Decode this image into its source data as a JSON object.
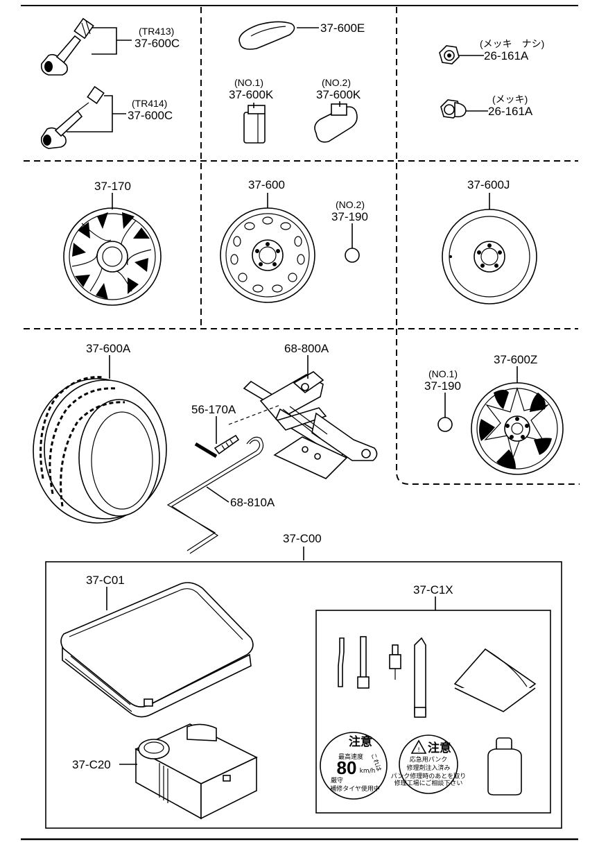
{
  "labels": {
    "tr413": "(TR413)",
    "p37600c_a": "37-600C",
    "tr414": "(TR414)",
    "p37600c_b": "37-600C",
    "p37600e": "37-600E",
    "no1_k": "(NO.1)",
    "p37600k_1": "37-600K",
    "no2_k": "(NO.2)",
    "p37600k_2": "37-600K",
    "mekki_nashi": "(メッキ　ナシ)",
    "p26161a_1": "26-161A",
    "mekki": "(メッキ)",
    "p26161a_2": "26-161A",
    "p37170": "37-170",
    "p37600": "37-600",
    "no2_cap": "(NO.2)",
    "p37190_2": "37-190",
    "p37600j": "37-600J",
    "p37600a": "37-600A",
    "p68800a": "68-800A",
    "p56170a": "56-170A",
    "p68810a": "68-810A",
    "no1_cap": "(NO.1)",
    "p37190_1": "37-190",
    "p37600z": "37-600Z",
    "p37c00": "37-C00",
    "p37c01": "37-C01",
    "p37c20": "37-C20",
    "p37c1x": "37-C1X"
  },
  "stickers": {
    "sticker1": {
      "title": "注意",
      "line1": "最高速度",
      "speed": "80",
      "unit": "km/h",
      "line2": "厳守",
      "arc": "補修タイヤ使用中",
      "side": "これは"
    },
    "sticker2": {
      "title": "注意",
      "line1": "応急用パンク",
      "line2": "修理剤注入済み",
      "line3": "パンク修理時のあとを取り",
      "line4": "修理工場にご相談下さい"
    }
  }
}
